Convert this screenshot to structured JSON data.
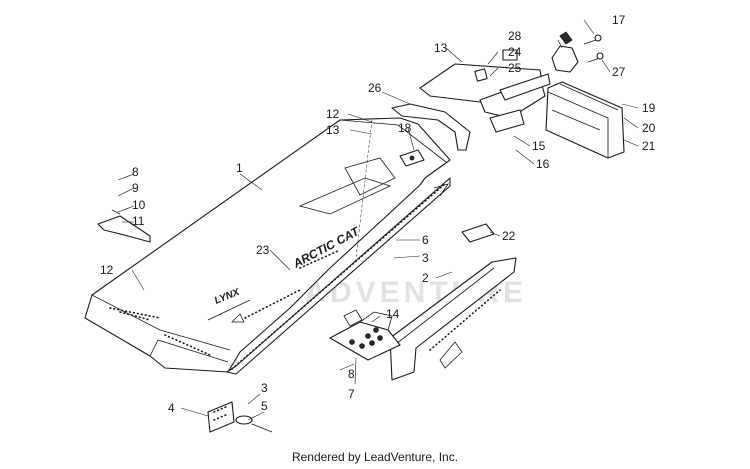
{
  "diagram": {
    "callouts": [
      "1",
      "2",
      "3",
      "3",
      "4",
      "5",
      "6",
      "7",
      "8",
      "8",
      "9",
      "10",
      "11",
      "12",
      "12",
      "13",
      "13",
      "14",
      "15",
      "16",
      "17",
      "18",
      "19",
      "20",
      "21",
      "22",
      "23",
      "24",
      "25",
      "26",
      "27",
      "28"
    ],
    "decal_logo": "ARCTIC CAT",
    "decal_model": "LYNX",
    "watermark": "LEADVENTURE"
  },
  "footer": {
    "credit": "Rendered by LeadVenture, Inc."
  }
}
